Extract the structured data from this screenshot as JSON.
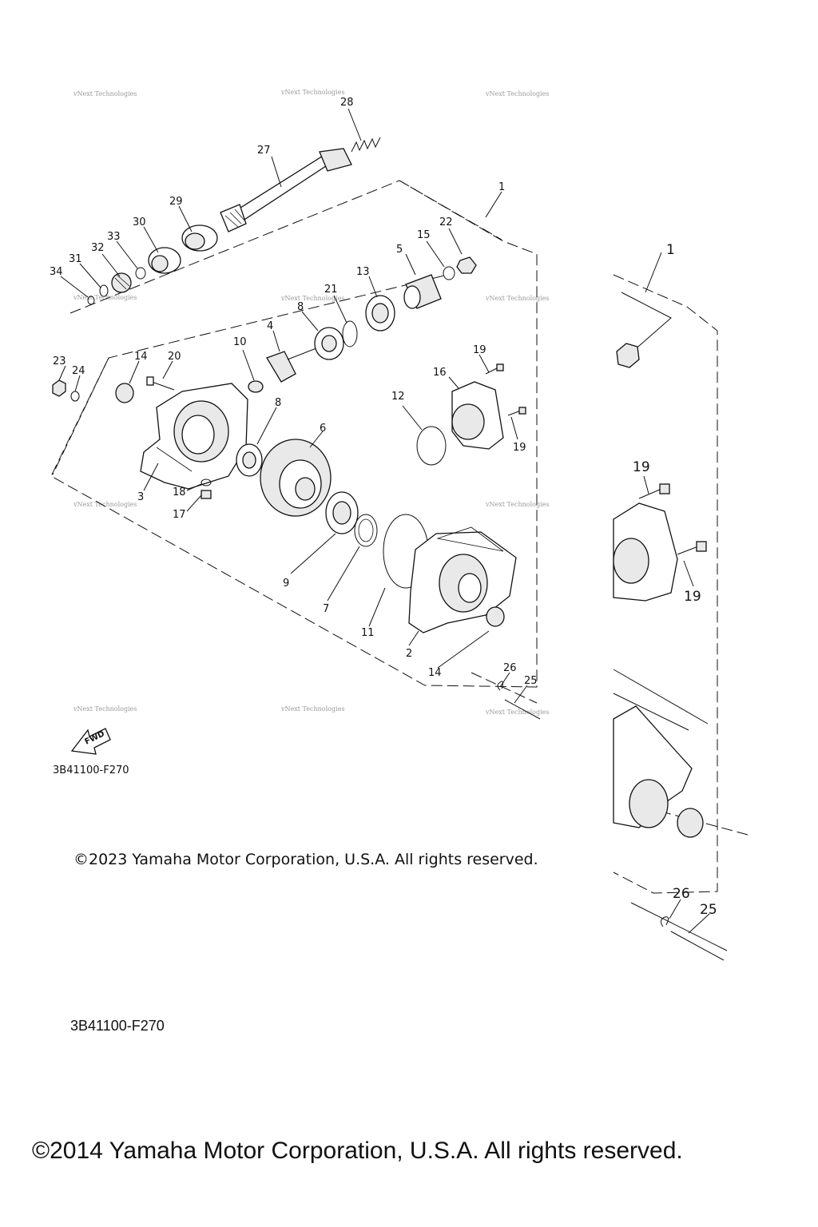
{
  "figure_code": "3B41100-F270",
  "figure_code_inset": "3B41100-F270",
  "copyright_inner": "©2023 Yamaha Motor Corporation, U.S.A. All rights reserved.",
  "copyright_outer": "©2014 Yamaha Motor Corporation, U.S.A. All rights reserved.",
  "fwd_label": "FWD",
  "watermark_text": "vNext Technologies",
  "callouts": {
    "c1": "1",
    "c2": "2",
    "c3": "3",
    "c4": "4",
    "c5": "5",
    "c6": "6",
    "c7": "7",
    "c8a": "8",
    "c8b": "8",
    "c9": "9",
    "c10": "10",
    "c11": "11",
    "c12": "12",
    "c13": "13",
    "c14a": "14",
    "c14b": "14",
    "c15": "15",
    "c16": "16",
    "c17": "17",
    "c18": "18",
    "c19a": "19",
    "c19b": "19",
    "c20": "20",
    "c21": "21",
    "c22": "22",
    "c23": "23",
    "c24": "24",
    "c25": "25",
    "c26": "26",
    "c27": "27",
    "c28": "28",
    "c29": "29",
    "c30": "30",
    "c31": "31",
    "c32": "32",
    "c33": "33",
    "c34": "34",
    "r1": "1",
    "r19a": "19",
    "r19b": "19",
    "r26": "26",
    "r25": "25"
  }
}
